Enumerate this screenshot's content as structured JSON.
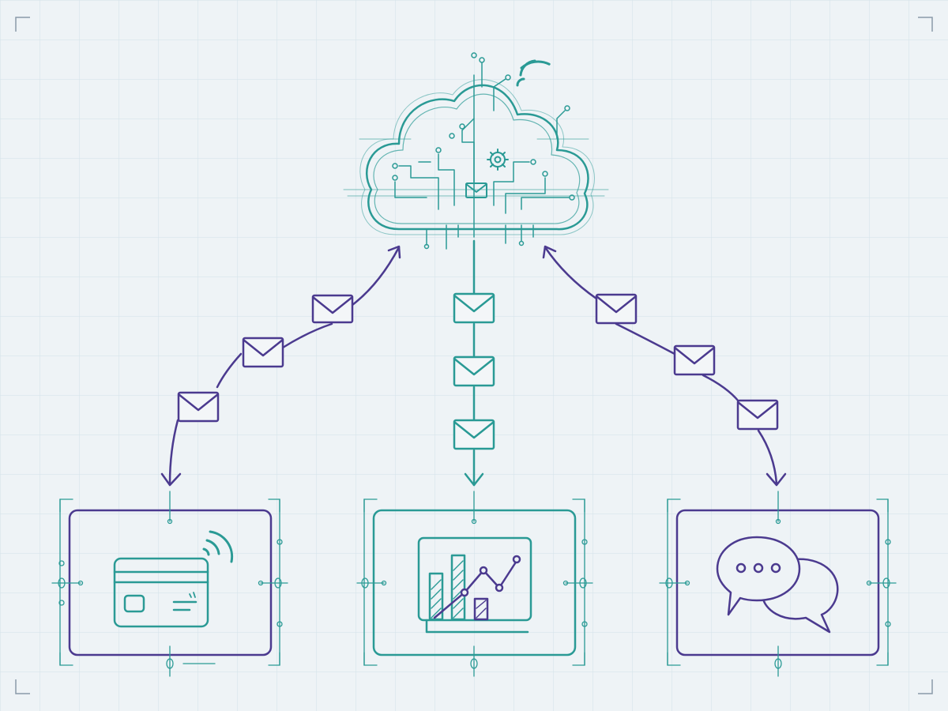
{
  "diagram": {
    "hub": {
      "name": "cloud",
      "icons": [
        "circuit-traces",
        "gear-icon",
        "wifi-icon",
        "envelope-icon"
      ]
    },
    "nodes": [
      {
        "id": "payments",
        "icon": "contactless-card-icon",
        "color": "#4b3a8f",
        "link_direction": "bidirectional",
        "messages": 3
      },
      {
        "id": "analytics",
        "icon": "bar-line-chart-icon",
        "color": "#2a9a95",
        "link_direction": "cloud-to-node",
        "messages": 3
      },
      {
        "id": "messaging",
        "icon": "chat-bubbles-icon",
        "color": "#4b3a8f",
        "link_direction": "bidirectional",
        "messages": 3
      }
    ],
    "colors": {
      "teal": "#2a9a95",
      "purple": "#4b3a8f",
      "background": "#eef3f6",
      "grid": "#d3e2e8"
    }
  }
}
